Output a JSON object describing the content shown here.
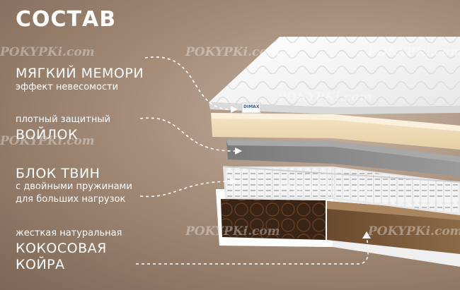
{
  "title": "СОСТАВ",
  "layers": [
    {
      "line1": "МЯГКИЙ МЕМОРИ",
      "line2": "эффект невесомости"
    },
    {
      "line1": "плотный защитный",
      "line2": "ВОЙЛОК"
    },
    {
      "line1": "БЛОК ТВИН",
      "line2": "с двойными пружинами",
      "line3": "для больших нагрузок"
    },
    {
      "line1": "жесткая натуральная",
      "line2": "КОКОСОВАЯ",
      "line3": "КОЙРА"
    }
  ],
  "watermark": "POKYPKi.com",
  "brand_tag": "DIMAX"
}
